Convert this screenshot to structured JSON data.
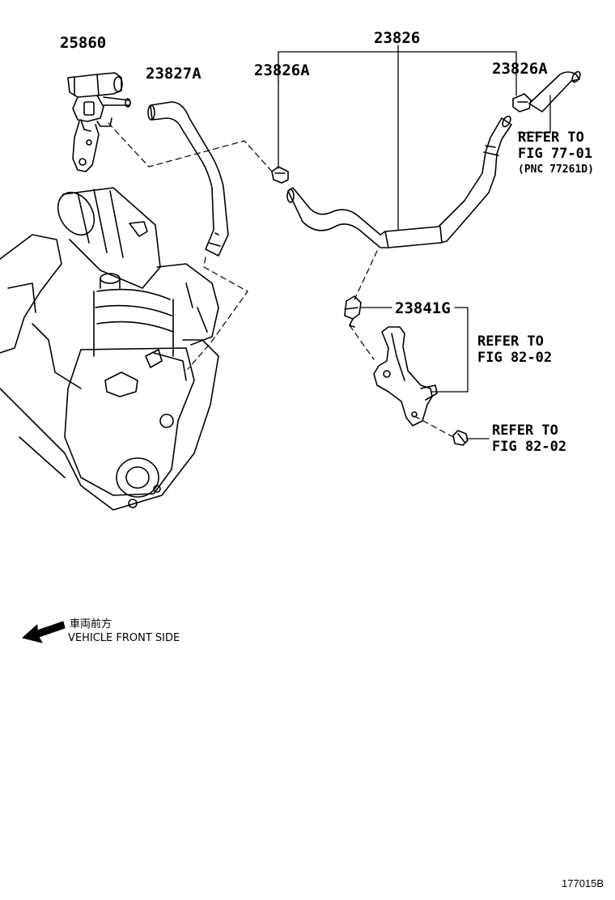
{
  "parts": {
    "p25860": "25860",
    "p23827A": "23827A",
    "p23826": "23826",
    "p23826A_left": "23826A",
    "p23826A_right": "23826A",
    "p23841G": "23841G"
  },
  "refs": {
    "fig_77_01": {
      "line1": "REFER TO",
      "line2": "FIG 77-01",
      "line3": "(PNC 77261D)"
    },
    "fig_82_02_upper": {
      "line1": "REFER TO",
      "line2": "FIG 82-02"
    },
    "fig_82_02_lower": {
      "line1": "REFER TO",
      "line2": "FIG 82-02"
    }
  },
  "orientation": {
    "japanese": "車両前方",
    "english": "VEHICLE FRONT SIDE",
    "icon": "arrow-left-icon"
  },
  "figure_code": "177015B",
  "colors": {
    "ink": "#000000",
    "background": "#ffffff"
  }
}
